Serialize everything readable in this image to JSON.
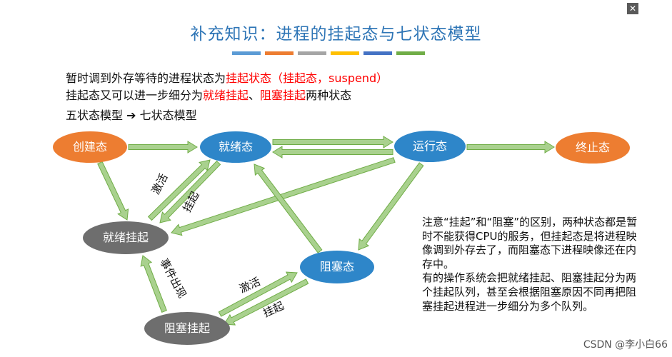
{
  "title": "补充知识：进程的挂起态与七状态模型",
  "title_bar_colors": [
    "#5B9BD5",
    "#ED7D31",
    "#A5A5A5",
    "#FFC000",
    "#4472C4",
    "#70AD47"
  ],
  "intro": {
    "line1": {
      "a": "暂时调到外存等待的进程状态为",
      "b": "挂起状态（挂起态，suspend）"
    },
    "line2": {
      "a": "挂起态又可以进一步细分为",
      "b": "就绪挂起",
      "c": "、",
      "d": "阻塞挂起",
      "e": "两种状态"
    },
    "line3": "五状态模型 ➔ 七状态模型"
  },
  "nodes": {
    "create": "创建态",
    "ready": "就绪态",
    "running": "运行态",
    "terminated": "终止态",
    "ready_suspend": "就绪挂起",
    "blocked": "阻塞态",
    "blocked_suspend": "阻塞挂起"
  },
  "edge_labels": {
    "activate_upper": "激活",
    "suspend_upper": "挂起",
    "event_occurs": "事件出现",
    "activate_lower": "激活",
    "suspend_lower": "挂起"
  },
  "note": [
    "注意“挂起”和“阻塞”的区别，两种状态都是暂时不能获得CPU的服务，但挂起态是将进程映像调到外存去了，而阻塞态下进程映像还在内存中。",
    "有的操作系统会把就绪挂起、阻塞挂起分为两个挂起队列，甚至会根据阻塞原因不同再把阻塞挂起进程进一步细分为多个队列。"
  ],
  "watermark": "CSDN @李小白66",
  "colors": {
    "title": "#2E75B6",
    "orange_node": "#ED7D31",
    "blue_node": "#2E86C9",
    "gray_node": "#6E6E6E",
    "arrow_fill": "#A9D18E",
    "arrow_stroke": "#70AD47",
    "highlight": "#FF0000"
  },
  "icons": [
    "close-icon"
  ]
}
